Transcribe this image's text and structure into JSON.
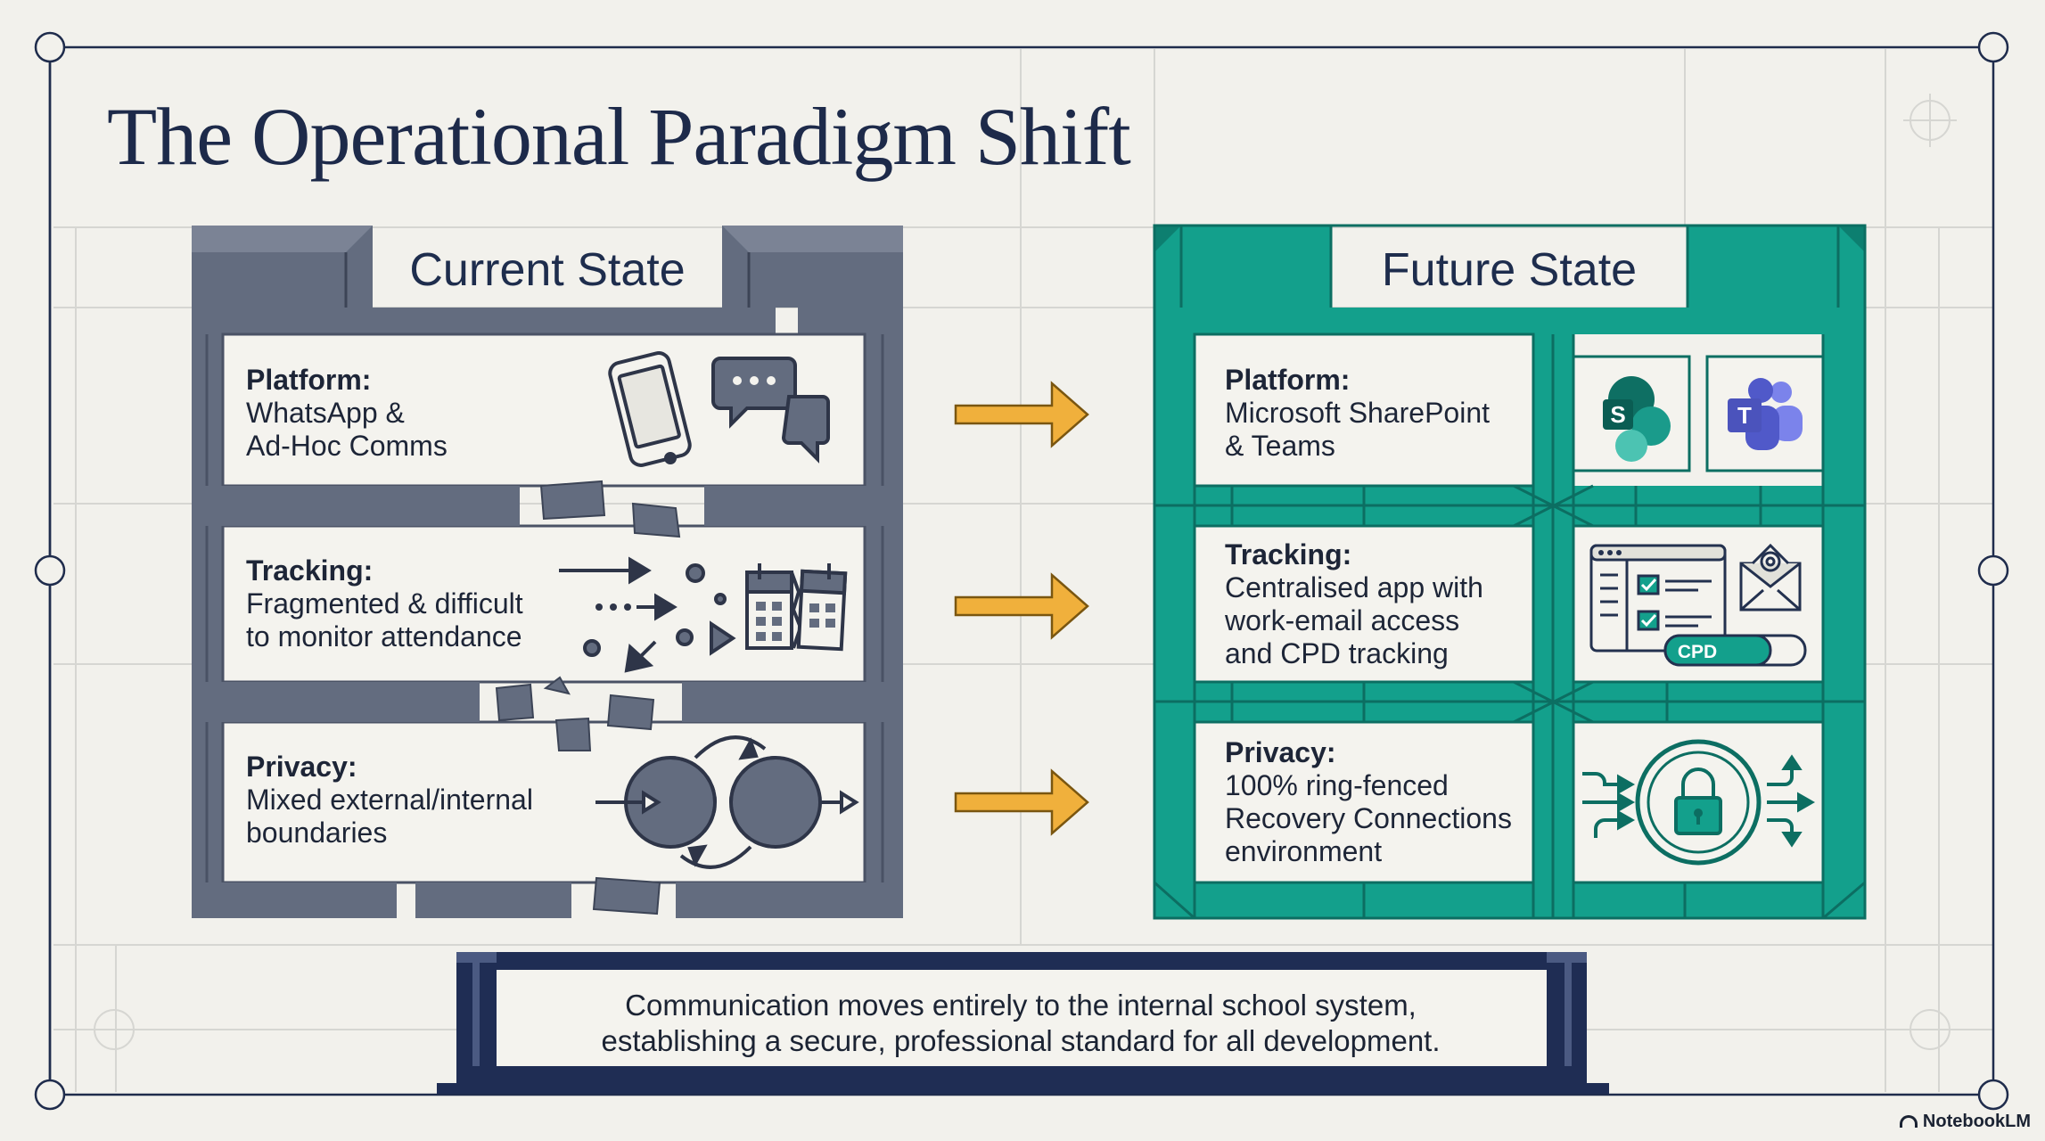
{
  "title": "The Operational Paradigm Shift",
  "colors": {
    "current_frame": "#636c7f",
    "future_frame": "#13a08c",
    "arrow": "#f0b03c",
    "ink": "#1d2a4a"
  },
  "current": {
    "title": "Current State",
    "rows": [
      {
        "label": "Platform:",
        "text": "WhatsApp &\nAd-Hoc Comms",
        "icon": "phone-chat-icon"
      },
      {
        "label": "Tracking:",
        "text": "Fragmented & difficult\nto monitor attendance",
        "icon": "broken-calendar-icon"
      },
      {
        "label": "Privacy:",
        "text": "Mixed external/internal\nboundaries",
        "icon": "overlapping-circles-icon"
      }
    ]
  },
  "future": {
    "title": "Future State",
    "rows": [
      {
        "label": "Platform:",
        "text": "Microsoft SharePoint\n& Teams",
        "icon": "sharepoint-teams-icon"
      },
      {
        "label": "Tracking:",
        "text": "Centralised app with\nwork-email access\nand CPD tracking",
        "icon": "app-email-icon",
        "badge": "CPD"
      },
      {
        "label": "Privacy:",
        "text": "100% ring-fenced\nRecovery Connections\nenvironment",
        "icon": "lock-icon"
      }
    ],
    "app_letters": {
      "sharepoint": "S",
      "teams": "T"
    }
  },
  "bottom_note": "Communication moves entirely to the internal school system,\nestablishing a secure, professional standard for all development.",
  "brand": "NotebookLM"
}
